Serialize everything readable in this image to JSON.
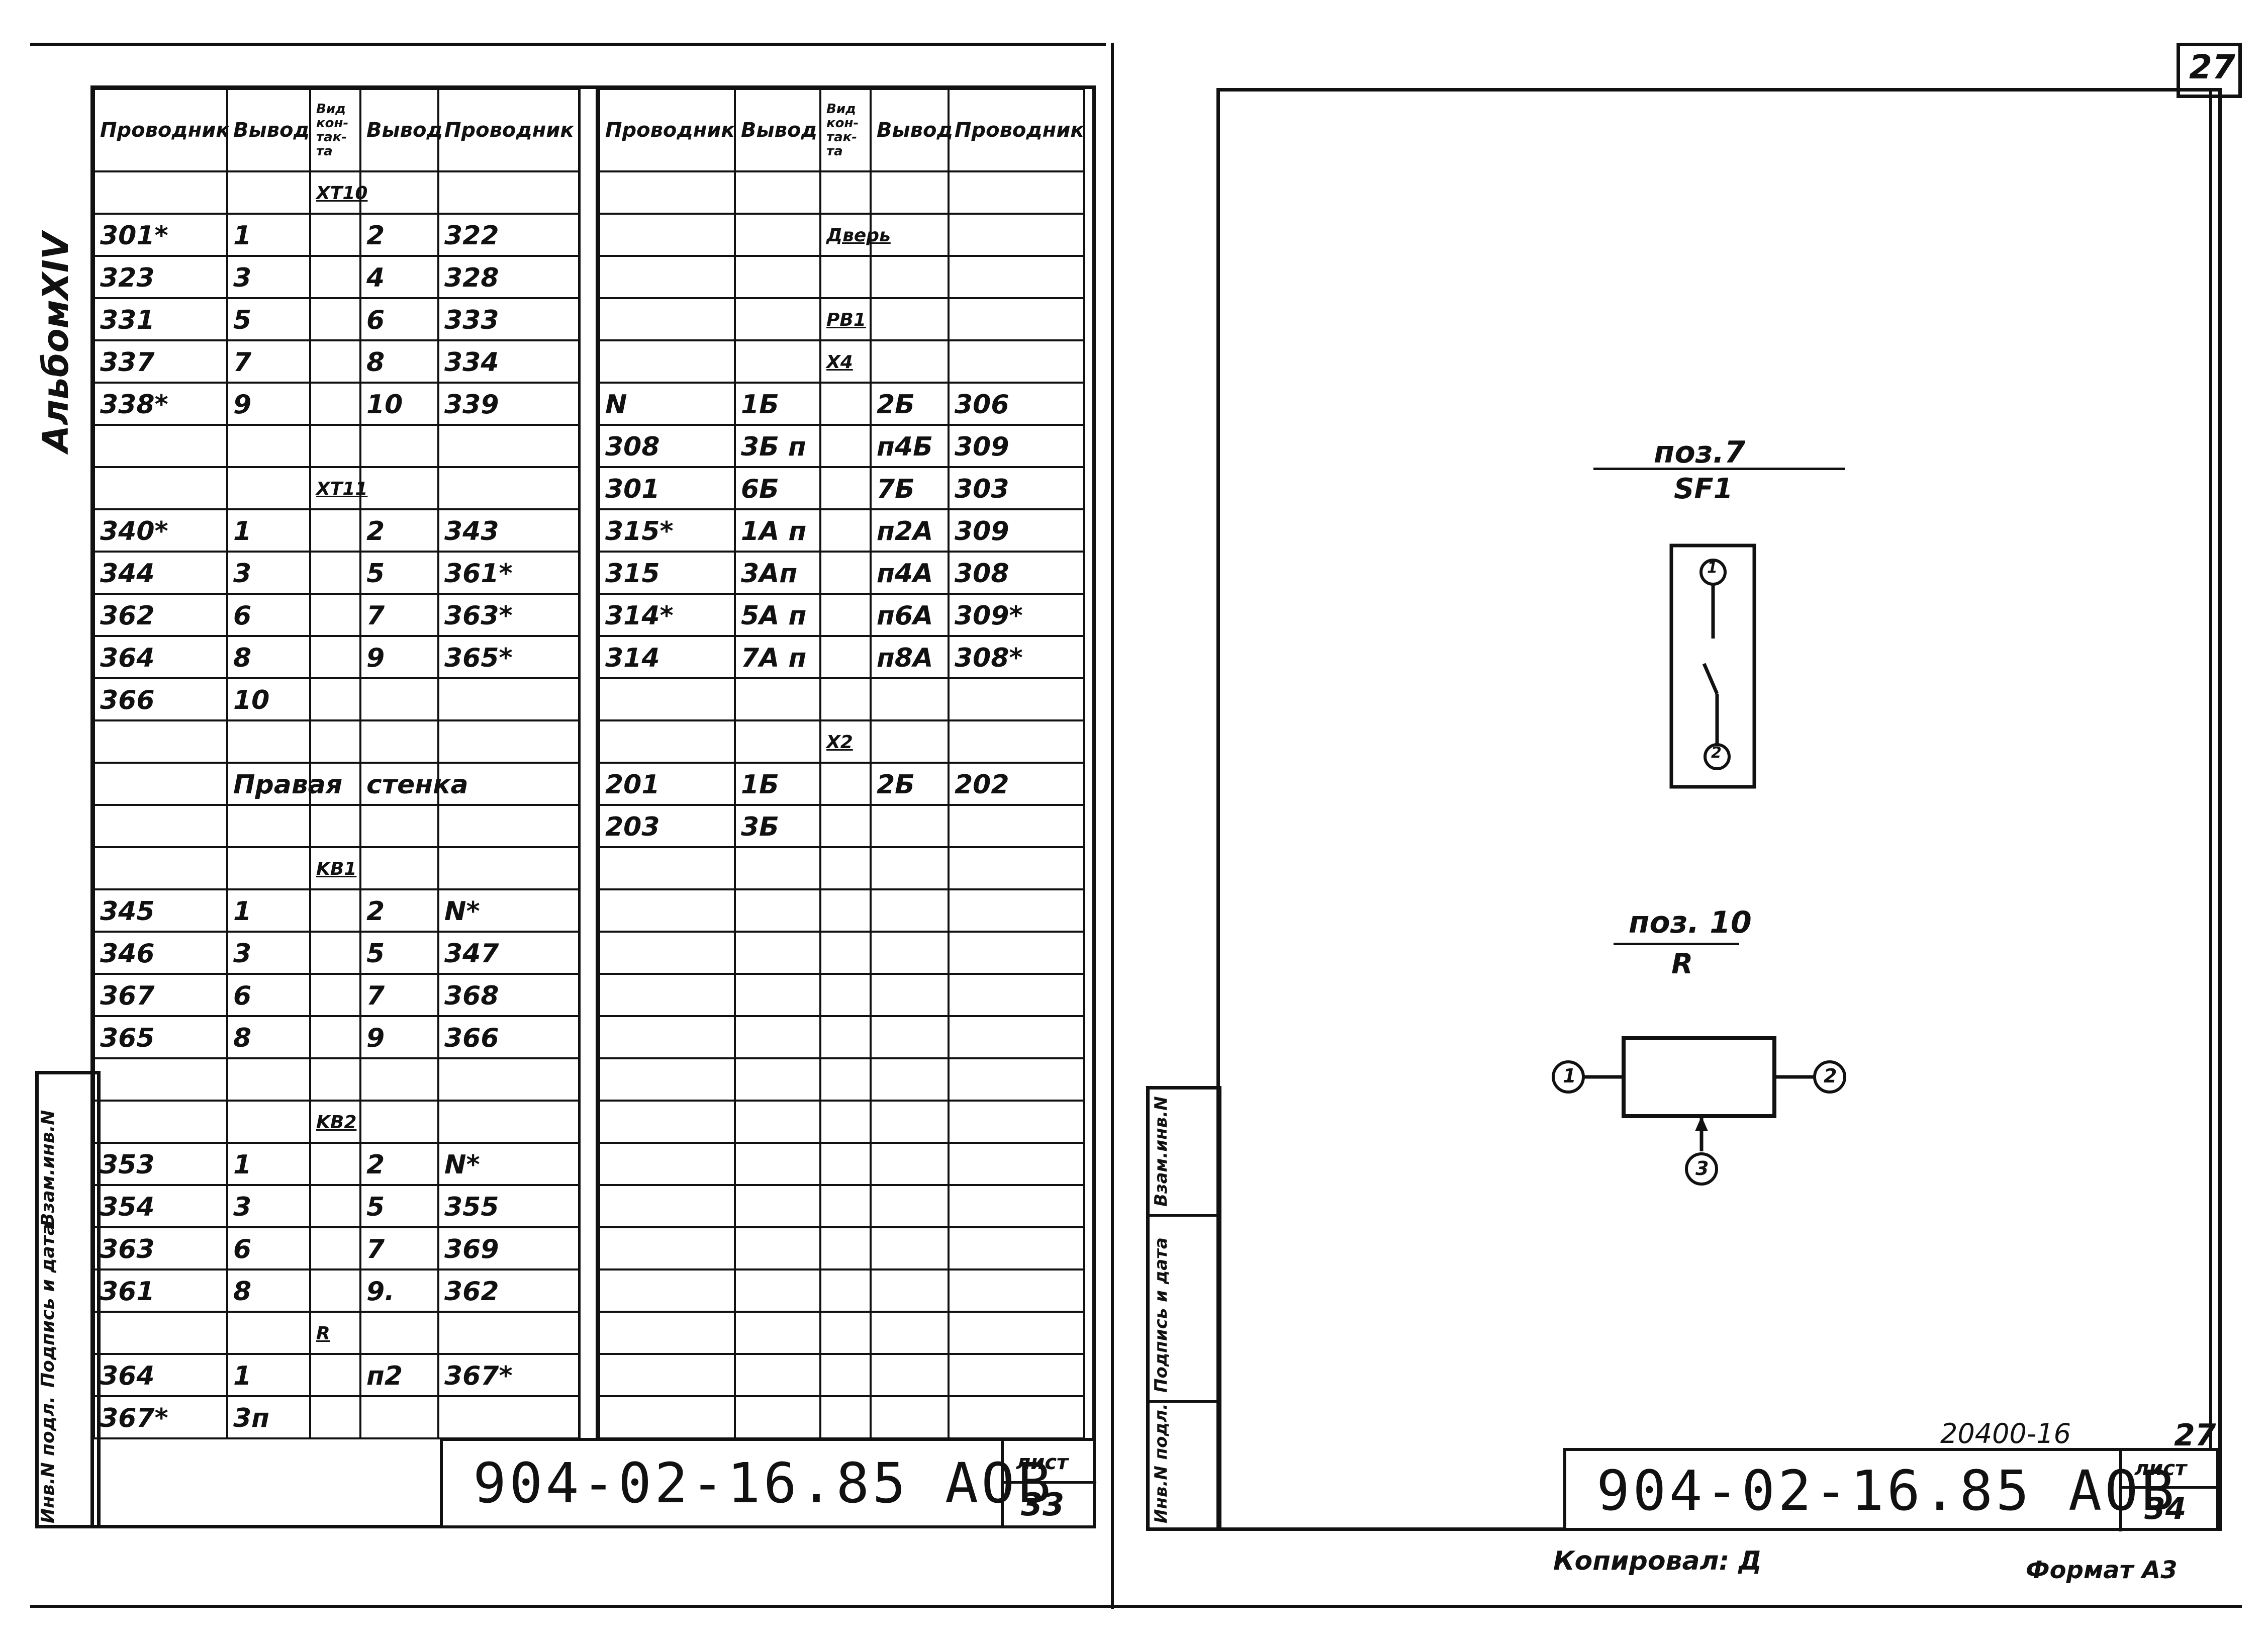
{
  "album_label": "АльбомXIV",
  "table_left": {
    "headers": [
      "Проводник",
      "Вывод",
      "Вид кон- так- та",
      "Вывод",
      "Проводник"
    ],
    "rows": [
      [
        "",
        "",
        "XT10",
        "",
        ""
      ],
      [
        "301*",
        "1",
        "",
        "2",
        "322"
      ],
      [
        "323",
        "3",
        "",
        "4",
        "328"
      ],
      [
        "331",
        "5",
        "",
        "6",
        "333"
      ],
      [
        "337",
        "7",
        "",
        "8",
        "334"
      ],
      [
        "338*",
        "9",
        "",
        "10",
        "339"
      ],
      [
        "",
        "",
        "",
        "",
        ""
      ],
      [
        "",
        "",
        "XT11",
        "",
        ""
      ],
      [
        "340*",
        "1",
        "",
        "2",
        "343"
      ],
      [
        "344",
        "3",
        "",
        "5",
        "361*"
      ],
      [
        "362",
        "6",
        "",
        "7",
        "363*"
      ],
      [
        "364",
        "8",
        "",
        "9",
        "365*"
      ],
      [
        "366",
        "10",
        "",
        "",
        ""
      ],
      [
        "",
        "",
        "",
        "",
        ""
      ],
      [
        "",
        "Правая",
        "",
        "стенка",
        ""
      ],
      [
        "",
        "",
        "",
        "",
        ""
      ],
      [
        "",
        "",
        "KB1",
        "",
        ""
      ],
      [
        "345",
        "1",
        "",
        "2",
        "N*"
      ],
      [
        "346",
        "3",
        "",
        "5",
        "347"
      ],
      [
        "367",
        "6",
        "",
        "7",
        "368"
      ],
      [
        "365",
        "8",
        "",
        "9",
        "366"
      ],
      [
        "",
        "",
        "",
        "",
        ""
      ],
      [
        "",
        "",
        "KB2",
        "",
        ""
      ],
      [
        "353",
        "1",
        "",
        "2",
        "N*"
      ],
      [
        "354",
        "3",
        "",
        "5",
        "355"
      ],
      [
        "363",
        "6",
        "",
        "7",
        "369"
      ],
      [
        "361",
        "8",
        "",
        "9.",
        "362"
      ],
      [
        "",
        "",
        "R",
        "",
        ""
      ],
      [
        "364",
        "1",
        "",
        "п2",
        "367*"
      ],
      [
        "367*",
        "3п",
        "",
        "",
        ""
      ]
    ]
  },
  "table_right": {
    "headers": [
      "Проводник",
      "Вывод",
      "Вид кон- так- та",
      "Вывод",
      "Проводник"
    ],
    "rows": [
      [
        "",
        "",
        "",
        "",
        ""
      ],
      [
        "",
        "",
        "Дверь",
        "",
        ""
      ],
      [
        "",
        "",
        "",
        "",
        ""
      ],
      [
        "",
        "",
        "PB1",
        "",
        ""
      ],
      [
        "",
        "",
        "X4",
        "",
        ""
      ],
      [
        "N",
        "1Б",
        "",
        "2Б",
        "306"
      ],
      [
        "308",
        "3Б п",
        "",
        "п4Б",
        "309"
      ],
      [
        "301",
        "6Б",
        "",
        "7Б",
        "303"
      ],
      [
        "315*",
        "1А п",
        "",
        "п2А",
        "309"
      ],
      [
        "315",
        "3Ап",
        "",
        "п4А",
        "308"
      ],
      [
        "314*",
        "5А п",
        "",
        "п6А",
        "309*"
      ],
      [
        "314",
        "7А п",
        "",
        "п8А",
        "308*"
      ],
      [
        "",
        "",
        "",
        "",
        ""
      ],
      [
        "",
        "",
        "X2",
        "",
        ""
      ],
      [
        "201",
        "1Б",
        "",
        "2Б",
        "202"
      ],
      [
        "203",
        "3Б",
        "",
        "",
        ""
      ],
      [
        "",
        "",
        "",
        "",
        ""
      ],
      [
        "",
        "",
        "",
        "",
        ""
      ],
      [
        "",
        "",
        "",
        "",
        ""
      ],
      [
        "",
        "",
        "",
        "",
        ""
      ],
      [
        "",
        "",
        "",
        "",
        ""
      ],
      [
        "",
        "",
        "",
        "",
        ""
      ],
      [
        "",
        "",
        "",
        "",
        ""
      ],
      [
        "",
        "",
        "",
        "",
        ""
      ],
      [
        "",
        "",
        "",
        "",
        ""
      ],
      [
        "",
        "",
        "",
        "",
        ""
      ],
      [
        "",
        "",
        "",
        "",
        ""
      ],
      [
        "",
        "",
        "",
        "",
        ""
      ],
      [
        "",
        "",
        "",
        "",
        ""
      ],
      [
        "",
        "",
        "",
        "",
        ""
      ]
    ]
  },
  "left_stamp": {
    "code": "904-02-16.85 АОВ",
    "sheet_label": "лист",
    "sheet_no": "33"
  },
  "side_stamp": [
    "Инв.N подл.",
    "Подпись и дата",
    "Взам.инв.N"
  ],
  "right_page_no": "27",
  "pos7": {
    "label": "поз.7",
    "name": "SF1",
    "pin1": "1",
    "pin2": "2"
  },
  "pos10": {
    "label": "поз. 10",
    "name": "R",
    "pin1": "1",
    "pin2": "2",
    "pin3": "3"
  },
  "right_stamp": {
    "code": "904-02-16.85 АОВ",
    "sheet_label": "лист",
    "sheet_no": "34",
    "ref": "20400-16",
    "ref_no": "27"
  },
  "copied_by": "Копировал: Д",
  "format": "Формат А3"
}
